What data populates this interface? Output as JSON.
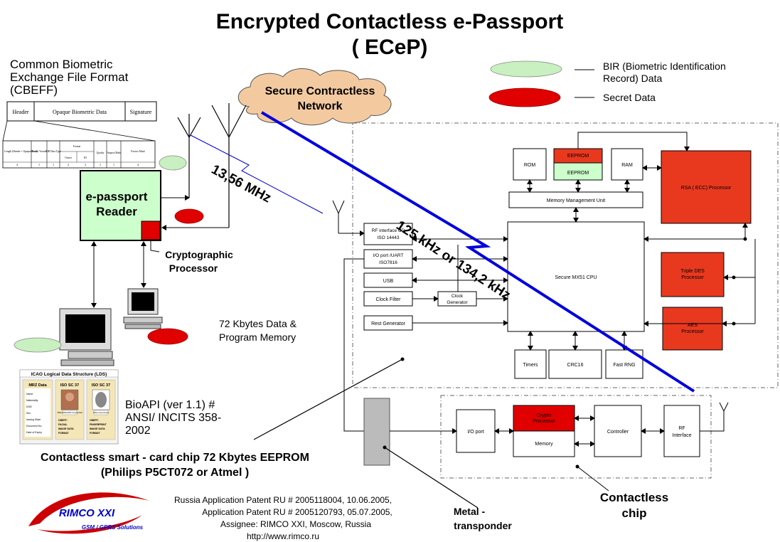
{
  "title": {
    "line1": "Encrypted Contactless e-Passport",
    "line2": "( ECeP)"
  },
  "cbeff": {
    "label_lines": [
      "Common Biometric",
      "Exchange File Format",
      "(CBEFF)"
    ],
    "header_cells": [
      "Header",
      "Opaque Biometric Data",
      "Signature"
    ],
    "detail_cells": [
      "Length (Header + Opaque Data)",
      "Header Version",
      "BIR Data Type",
      "Format",
      "Quality",
      "Purpose Mask",
      "Factors Mask"
    ],
    "format_sub": [
      "Owner",
      "ID"
    ],
    "size_row": [
      "4",
      "1",
      "1",
      "2",
      "2",
      "1",
      "1",
      "4"
    ]
  },
  "legend": {
    "bir_lines": [
      "BIR (Biometric Identification",
      "Record) Data"
    ],
    "secret": "Secret Data",
    "bir_color": "#c8f0c0",
    "secret_color": "#e00000"
  },
  "network_cloud": {
    "lines": [
      "Secure Contractless",
      "Network"
    ]
  },
  "reader": {
    "lines": [
      "e-passport",
      "Reader"
    ],
    "fill": "#ccffcc"
  },
  "crypto_proc_label": {
    "lines": [
      "Cryptographic",
      "Processor"
    ]
  },
  "freq_1356": "13,56 MHz",
  "freq_125": "125 kHz or 134,2 kHz",
  "memory_note": {
    "lines": [
      "72 Kbytes Data &",
      "Program Memory"
    ]
  },
  "lds": {
    "title": "ICAO Logical Data Structure (LDS)",
    "cards": [
      {
        "head": "MRZ Data",
        "fields": [
          "Name",
          "Nationality",
          "DOB",
          "Sex",
          "Issuing State",
          "Document No.",
          "Date of Expiry"
        ]
      },
      {
        "head": "ISO SC 37",
        "caption": "JPEG/JPEG2000 Compressed",
        "desc": [
          "CBEFF:",
          "FACIAL",
          "IMAGE DATA",
          "FORMAT"
        ]
      },
      {
        "head": "ISO SC 37",
        "caption": "WSQ Compressed",
        "desc": [
          "CBEFF:",
          "FINGERPRINT",
          "IMAGE DATA",
          "FORMAT"
        ]
      }
    ]
  },
  "bioapi": {
    "lines": [
      "BioAPI (ver 1.1) #",
      "ANSI/ INCITS 358-",
      "2002"
    ]
  },
  "smartcard": {
    "lines": [
      "Contactless smart - card chip  72 Kbytes EEPROM",
      "(Philips P5CT072 or Atmel )"
    ]
  },
  "chip_blocks": {
    "eeprom_red": "EEPROM",
    "eeprom_green": "EEPROM",
    "rom": "ROM",
    "ram": "RAM",
    "rsa": "RSA ( ECC) Processor",
    "mmu": "Memory Management Unit",
    "cpu": "Secure MX51 CPU",
    "rf_if": [
      "RF interface CD",
      "ISO 14443"
    ],
    "io_uart": [
      "I/O port /UART",
      "ISO7816"
    ],
    "usb": "USB",
    "clock_filter": "Clock Filter",
    "clock_gen": [
      "Clock",
      "Generator"
    ],
    "rest_gen": "Rest Generator",
    "triple_des": [
      "Triple DES",
      "Processor"
    ],
    "aes": [
      "AES",
      "Processor"
    ],
    "timers": "Timers",
    "crc16": "CRC16",
    "fast_rng": "Fast RNG"
  },
  "lower_chip": {
    "io_port": "I/O port",
    "crypto": [
      "Crypto",
      "Processor"
    ],
    "memory": "Memory",
    "controller": "Controller",
    "rf": [
      "RF",
      "Interface"
    ]
  },
  "labels": {
    "contactless_chip": [
      "Contactless",
      "chip"
    ],
    "metal_transponder": [
      "Metal -",
      "transponder"
    ]
  },
  "patent": {
    "lines": [
      "Russia  Application Patent RU # 2005118004, 10.06.2005,",
      "Application Patent RU # 2005120793, 05.07.2005,",
      "Assignee: RIMCO XXI, Moscow, Russia",
      "http://www.rimco.ru"
    ]
  },
  "logo": {
    "name": "RIMCO XXI",
    "tagline": "GSM / GPRS Solutions"
  },
  "colors": {
    "red_block": "#e8391f",
    "green_block": "#ccffcc",
    "blue_wave": "#0000dd",
    "dark_red": "#cc0000"
  }
}
